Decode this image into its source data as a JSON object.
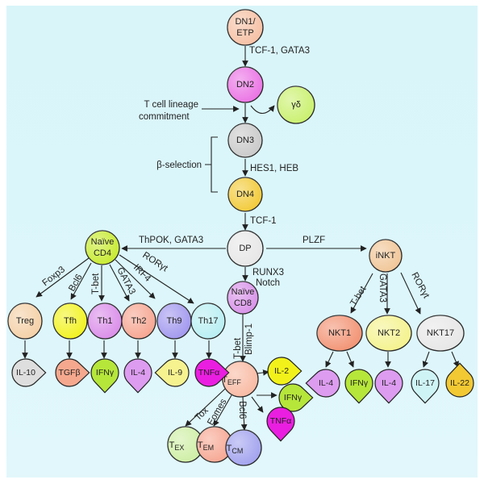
{
  "title": "T cell development and differentiation",
  "nodes": {
    "dn1": {
      "label_line1": "DN1/",
      "label_line2": "ETP",
      "color": "#f6bfa2"
    },
    "dn2": {
      "label": "DN2",
      "color": "#ea6fe4"
    },
    "gd": {
      "label": "γδ",
      "color": "#c8f06a"
    },
    "dn3": {
      "label": "DN3",
      "color": "#c8c8c8"
    },
    "dn4": {
      "label": "DN4",
      "color": "#f2c933"
    },
    "dp": {
      "label": "DP",
      "color": "#e6e6e6"
    },
    "naive_cd4": {
      "label_line1": "Naïve",
      "label_line2": "CD4",
      "color": "#c6ea2a"
    },
    "inkt": {
      "label": "iNKT",
      "color": "#f0c494"
    },
    "naive_cd8": {
      "label_line1": "Naïve",
      "label_line2": "CD8",
      "color": "#d78fe8"
    },
    "treg": {
      "label": "Treg",
      "color": "#f4cfa4"
    },
    "tfh": {
      "label": "Tfh",
      "color": "#f2f21a"
    },
    "th1": {
      "label": "Th1",
      "color": "#d98ae8"
    },
    "th2": {
      "label": "Th2",
      "color": "#f6a38e"
    },
    "th9": {
      "label": "Th9",
      "color": "#9f95ee"
    },
    "th17": {
      "label": "Th17",
      "color": "#b6eef2"
    },
    "teff": {
      "label_main": "T",
      "label_sub": "EFF",
      "color": "#f8b8a0"
    },
    "tex": {
      "label_main": "T",
      "label_sub": "EX",
      "color": "#cdeea2"
    },
    "tem": {
      "label_main": "T",
      "label_sub": "EM",
      "color": "#f6a590"
    },
    "tcm": {
      "label_main": "T",
      "label_sub": "CM",
      "color": "#9fa0ee"
    },
    "nkt1": {
      "label": "NKT1",
      "color": "#f29070"
    },
    "nkt2": {
      "label": "NKT2",
      "color": "#f4f28a"
    },
    "nkt17": {
      "label": "NKT17",
      "color": "#e6e6e6"
    }
  },
  "cytokines": {
    "il10": {
      "label": "IL-10",
      "color": "#dedede"
    },
    "tgfb": {
      "label": "TGFβ",
      "color": "#f6a88e"
    },
    "ifng_th1": {
      "label": "IFNγ",
      "color": "#b6e63a"
    },
    "il4_th2": {
      "label": "IL-4",
      "color": "#dd9cf0"
    },
    "il9": {
      "label": "IL-9",
      "color": "#f6f290"
    },
    "tnfa_th17": {
      "label": "TNFα",
      "color": "#ea1ee0"
    },
    "il2": {
      "label": "IL-2",
      "color": "#f2f21a"
    },
    "ifng_teff": {
      "label": "IFNγ",
      "color": "#b6e63a"
    },
    "tnfa_teff": {
      "label": "TNFα",
      "color": "#ea1ee0"
    },
    "il4_nkt1": {
      "label": "IL-4",
      "color": "#dd9cf0"
    },
    "ifng_nkt1": {
      "label": "IFNγ",
      "color": "#b6e63a"
    },
    "il4_nkt2": {
      "label": "IL-4",
      "color": "#dd9cf0"
    },
    "il17": {
      "label": "IL-17",
      "color": "#cff4f6"
    },
    "il22": {
      "label": "IL-22",
      "color": "#f2c933"
    }
  },
  "edge_labels": {
    "dn1_dn2": "TCF-1, GATA3",
    "lineage_commitment_line1": "T cell lineage",
    "lineage_commitment_line2": "commitment",
    "beta_selection": "β-selection",
    "dn3_dn4": "HES1, HEB",
    "dn4_dp": "TCF-1",
    "dp_cd4": "ThPOK, GATA3",
    "dp_inkt": "PLZF",
    "dp_cd8_line1": "RUNX3",
    "dp_cd8_line2": "Notch",
    "cd4_treg": "Foxp3",
    "cd4_tfh": "Bcl6",
    "cd4_th1": "T-bet",
    "cd4_th2": "GATA3",
    "cd4_th9": "IRF4",
    "cd4_th17": "RORγt",
    "cd8_teff_1": "T-bet",
    "cd8_teff_2": "Blimp-1",
    "teff_tex": "Tox",
    "teff_tem": "Eomes",
    "teff_tcm": "Bcl6",
    "inkt_nkt1": "T-bet",
    "inkt_nkt2": "GATA3",
    "inkt_nkt17": "RORγt"
  }
}
